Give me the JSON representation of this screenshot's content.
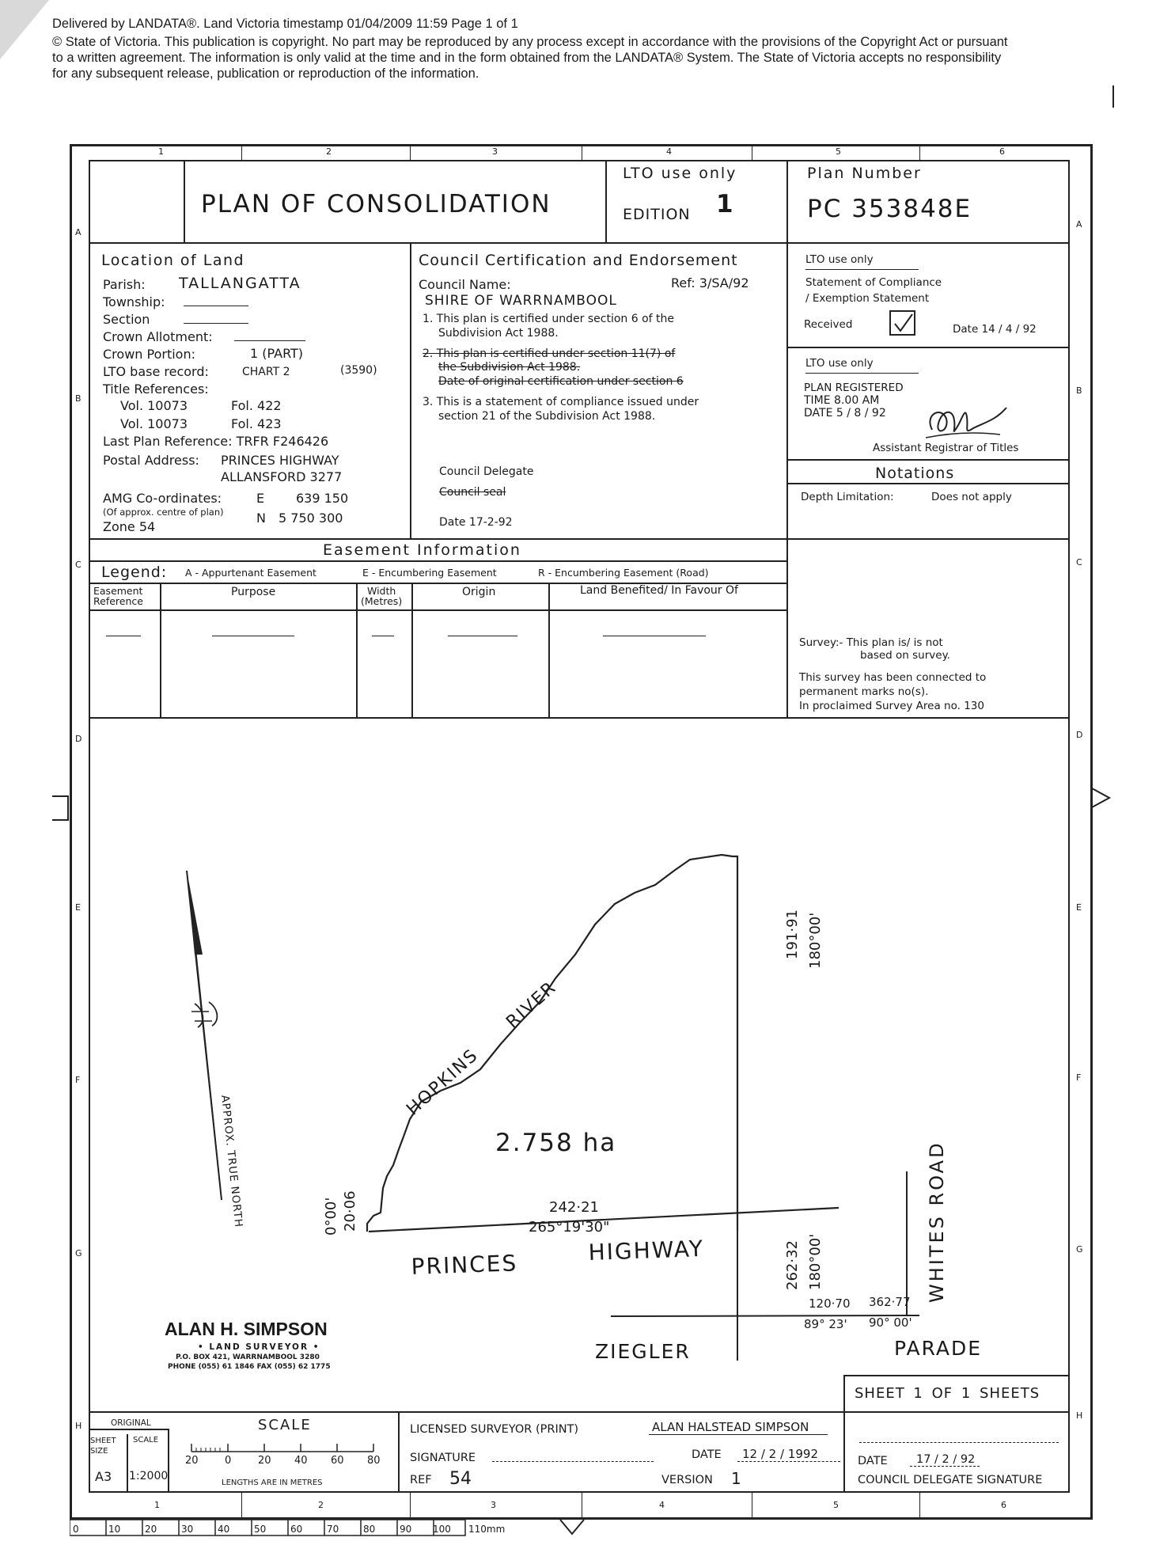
{
  "header": {
    "line1": "Delivered by LANDATA®.  Land Victoria timestamp 01/04/2009 11:59   Page 1 of 1",
    "line2": "© State of Victoria. This publication is copyright. No part may be reproduced by any process except in accordance with the provisions of the Copyright Act or pursuant",
    "line3": "to a written agreement. The information is only valid at the time and in the form obtained from the LANDATA® System. The State of Victoria accepts no responsibility",
    "line4": "for any subsequent release, publication or reproduction of the information."
  },
  "grid": {
    "cols": [
      "1",
      "2",
      "3",
      "4",
      "5",
      "6"
    ],
    "rows": [
      "A",
      "B",
      "C",
      "D",
      "E",
      "F",
      "G",
      "H"
    ]
  },
  "title": {
    "main": "PLAN OF CONSOLIDATION",
    "lto_use_only": "LTO use only",
    "edition_label": "EDITION",
    "edition_value": "1",
    "plan_number_label": "Plan Number",
    "plan_number": "PC 353848E"
  },
  "location": {
    "heading": "Location of Land",
    "parish_label": "Parish:",
    "parish": "TALLANGATTA",
    "township_label": "Township:",
    "section_label": "Section",
    "crown_allotment_label": "Crown Allotment:",
    "crown_portion_label": "Crown Portion:",
    "crown_portion": "1 (PART)",
    "lto_base_label": "LTO base record:",
    "lto_base": "CHART 2",
    "lto_base_note": "(3590)",
    "title_refs_label": "Title References:",
    "vol1": "Vol. 10073",
    "fol1": "Fol. 422",
    "vol2": "Vol. 10073",
    "fol2": "Fol. 423",
    "last_plan": "Last Plan Reference: TRFR F246426",
    "postal_label": "Postal Address:",
    "postal1": "PRINCES HIGHWAY",
    "postal2": "ALLANSFORD   3277",
    "amg_label": "AMG Co-ordinates:",
    "amg_sub": "(Of approx. centre of plan)",
    "amg_e_label": "E",
    "amg_e": "639 150",
    "amg_n_label": "N",
    "amg_n": "5 750 300",
    "zone": "Zone  54"
  },
  "council": {
    "heading": "Council Certification and Endorsement",
    "name_label": "Council Name:",
    "ref": "Ref: 3/SA/92",
    "name": "SHIRE OF WARRNAMBOOL",
    "item1a": "1. This plan is certified under section 6 of the",
    "item1b": "Subdivision Act 1988.",
    "item2a": "2. This plan is certified under section 11(7) of",
    "item2b": "the Subdivision Act 1988.",
    "item2c": "Date of original certification under section 6",
    "item3a": "3. This is a statement of compliance issued under",
    "item3b": "section 21 of the Subdivision Act 1988.",
    "delegate": "Council Delegate",
    "seal": "Council seal",
    "date": "Date  17-2-92"
  },
  "lto_box1": {
    "label": "LTO use only",
    "statement1": "Statement of Compliance",
    "statement2": "/ Exemption Statement",
    "received": "Received",
    "date": "Date 14 / 4 / 92"
  },
  "lto_box2": {
    "label": "LTO use only",
    "registered": "PLAN REGISTERED",
    "time": "TIME  8.00 AM",
    "date": "DATE 5 / 8 / 92",
    "assistant": "Assistant Registrar of Titles"
  },
  "notations": {
    "heading": "Notations",
    "depth_label": "Depth Limitation:",
    "depth_value": "Does not apply",
    "survey1": "Survey:- This plan is/ is not",
    "survey2": "based on survey.",
    "survey3": "This survey has been connected to",
    "survey4": "permanent marks no(s).",
    "survey5": "In proclaimed Survey Area no.  130"
  },
  "easement": {
    "heading": "Easement Information",
    "legend_label": "Legend:",
    "legend_a": "A - Appurtenant Easement",
    "legend_e": "E - Encumbering Easement",
    "legend_r": "R - Encumbering Easement (Road)",
    "col_ref1": "Easement",
    "col_ref2": "Reference",
    "col_purpose": "Purpose",
    "col_width1": "Width",
    "col_width2": "(Metres)",
    "col_origin": "Origin",
    "col_land": "Land Benefited/ In Favour Of"
  },
  "plan": {
    "north_label": "APPROX. TRUE NORTH",
    "river1": "HOPKINS",
    "river2": "RIVER",
    "area": "2.758 ha",
    "dist_top": "242·21",
    "bearing_top": "265°19'30\"",
    "left_bearing": "0°00'",
    "left_dist": "20·06",
    "right_dist_top": "191·91",
    "right_bearing_top": "180°00'",
    "right_dist_bot": "262·32",
    "right_bearing_bot": "180°00'",
    "road1": "PRINCES",
    "road2": "HIGHWAY",
    "whites": "WHITES ROAD",
    "d1": "120·70",
    "d2": "362·77",
    "b1": "89° 23'",
    "b2": "90° 00'",
    "ziegler": "ZIEGLER",
    "parade": "PARADE"
  },
  "surveyor": {
    "name": "ALAN H. SIMPSON",
    "title": "• LAND SURVEYOR •",
    "address": "P.O. BOX 421, WARRNAMBOOL 3280",
    "phone": "PHONE (055) 61 1846 FAX (055) 62 1775"
  },
  "footer": {
    "original": "ORIGINAL",
    "scale_title": "SCALE",
    "sheet_size": "SHEET SIZE",
    "scale_label": "SCALE",
    "sheet_size_value": "A3",
    "scale_value": "1:2000",
    "scale_ticks": [
      "20",
      "0",
      "20",
      "40",
      "60",
      "80"
    ],
    "lengths": "LENGTHS ARE IN METRES",
    "licensed": "LICENSED SURVEYOR (PRINT)",
    "surveyor_print": "ALAN HALSTEAD SIMPSON",
    "signature": "SIGNATURE",
    "date_label": "DATE",
    "date_value": "12 / 2 / 1992",
    "ref_label": "REF",
    "ref_value": "54",
    "version_label": "VERSION",
    "version_value": "1",
    "sheet": "SHEET   1    OF   1   SHEETS",
    "council_date_label": "DATE",
    "council_date": "17 / 2 / 92",
    "council_sig": "COUNCIL DELEGATE SIGNATURE"
  },
  "ruler": {
    "marks": [
      "0",
      "10",
      "20",
      "30",
      "40",
      "50",
      "60",
      "70",
      "80",
      "90",
      "100"
    ],
    "end": "110mm"
  }
}
